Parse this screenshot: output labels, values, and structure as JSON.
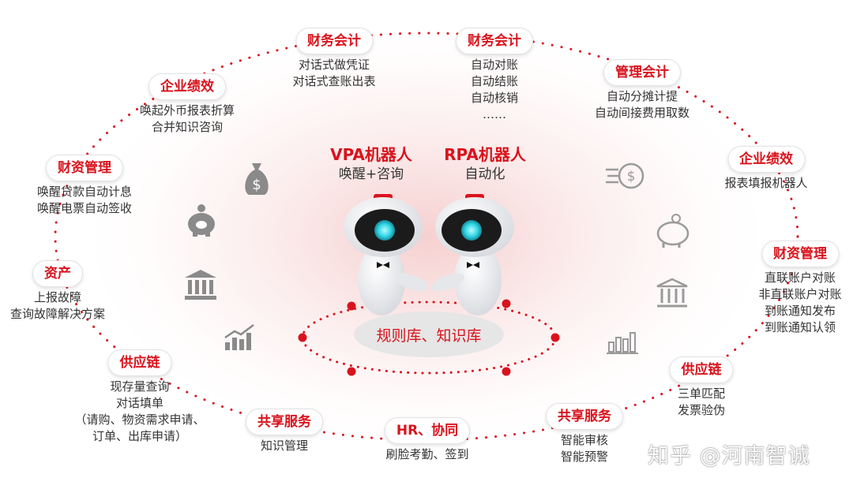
{
  "colors": {
    "accent": "#d9131d",
    "text": "#333333",
    "icon_gray": "#8a8a8a"
  },
  "center": {
    "vpa": {
      "title": "VPA机器人",
      "subtitle": "唤醒+咨询"
    },
    "rpa": {
      "title": "RPA机器人",
      "subtitle": "自动化"
    },
    "knowledge_base": "规则库、知识库"
  },
  "nodes": [
    {
      "title": "财务会计",
      "lines": [
        "对话式做凭证",
        "对话式查账出表"
      ]
    },
    {
      "title": "财务会计",
      "lines": [
        "自动对账",
        "自动结账",
        "自动核销",
        "……"
      ]
    },
    {
      "title": "管理会计",
      "lines": [
        "自动分摊计提",
        "自动间接费用取数"
      ]
    },
    {
      "title": "企业绩效",
      "lines": [
        "唤起外币报表折算",
        "合并知识咨询"
      ]
    },
    {
      "title": "企业绩效",
      "lines": [
        "报表填报机器人"
      ]
    },
    {
      "title": "财资管理",
      "lines": [
        "唤醒贷款自动计息",
        "唤醒电票自动签收"
      ]
    },
    {
      "title": "财资管理",
      "lines": [
        "直联账户对账",
        "非直联账户对账",
        "到账通知发布",
        "到账通知认领"
      ]
    },
    {
      "title": "资产",
      "lines": [
        "上报故障",
        "查询故障解决方案"
      ]
    },
    {
      "title": "供应链",
      "lines": [
        "现存量查询",
        "对话填单",
        "（请购、物资需求申请、",
        "订单、出库申请）"
      ]
    },
    {
      "title": "供应链",
      "lines": [
        "三单匹配",
        "发票验伪"
      ]
    },
    {
      "title": "共享服务",
      "lines": [
        "知识管理"
      ]
    },
    {
      "title": "HR、协同",
      "lines": [
        "刷脸考勤、签到"
      ]
    },
    {
      "title": "共享服务",
      "lines": [
        "智能审核",
        "智能预警"
      ]
    }
  ],
  "icons": [
    "money-bag-icon",
    "piggy-bank-icon",
    "bank-building-icon",
    "growth-chart-icon",
    "fast-coin-icon",
    "piggy-bank-outline-icon",
    "bank-outline-icon",
    "bar-chart-icon"
  ],
  "watermark": "知乎 @河南智诚"
}
